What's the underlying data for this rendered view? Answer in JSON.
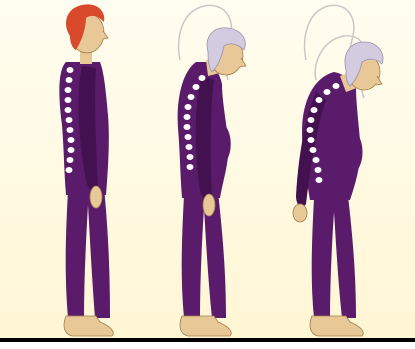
{
  "illustration": {
    "panels": [
      {
        "id": "upright",
        "spine": "straight"
      },
      {
        "id": "slight-stoop",
        "spine": "curved"
      },
      {
        "id": "severe-stoop",
        "spine": "strongly-curved"
      }
    ],
    "colors": {
      "background": "#fffbe3",
      "bodysuit": "#5a1c6a",
      "bodysuit_shadow": "#43114f",
      "skin": "#e8c896",
      "skin_outline": "#a07d4c",
      "hair_red": "#d84a2b",
      "hair_grey": "#d3cbe0",
      "spine": "#ffffff",
      "ghost_outline": "#c8c8c8",
      "floor": "#000000"
    }
  }
}
